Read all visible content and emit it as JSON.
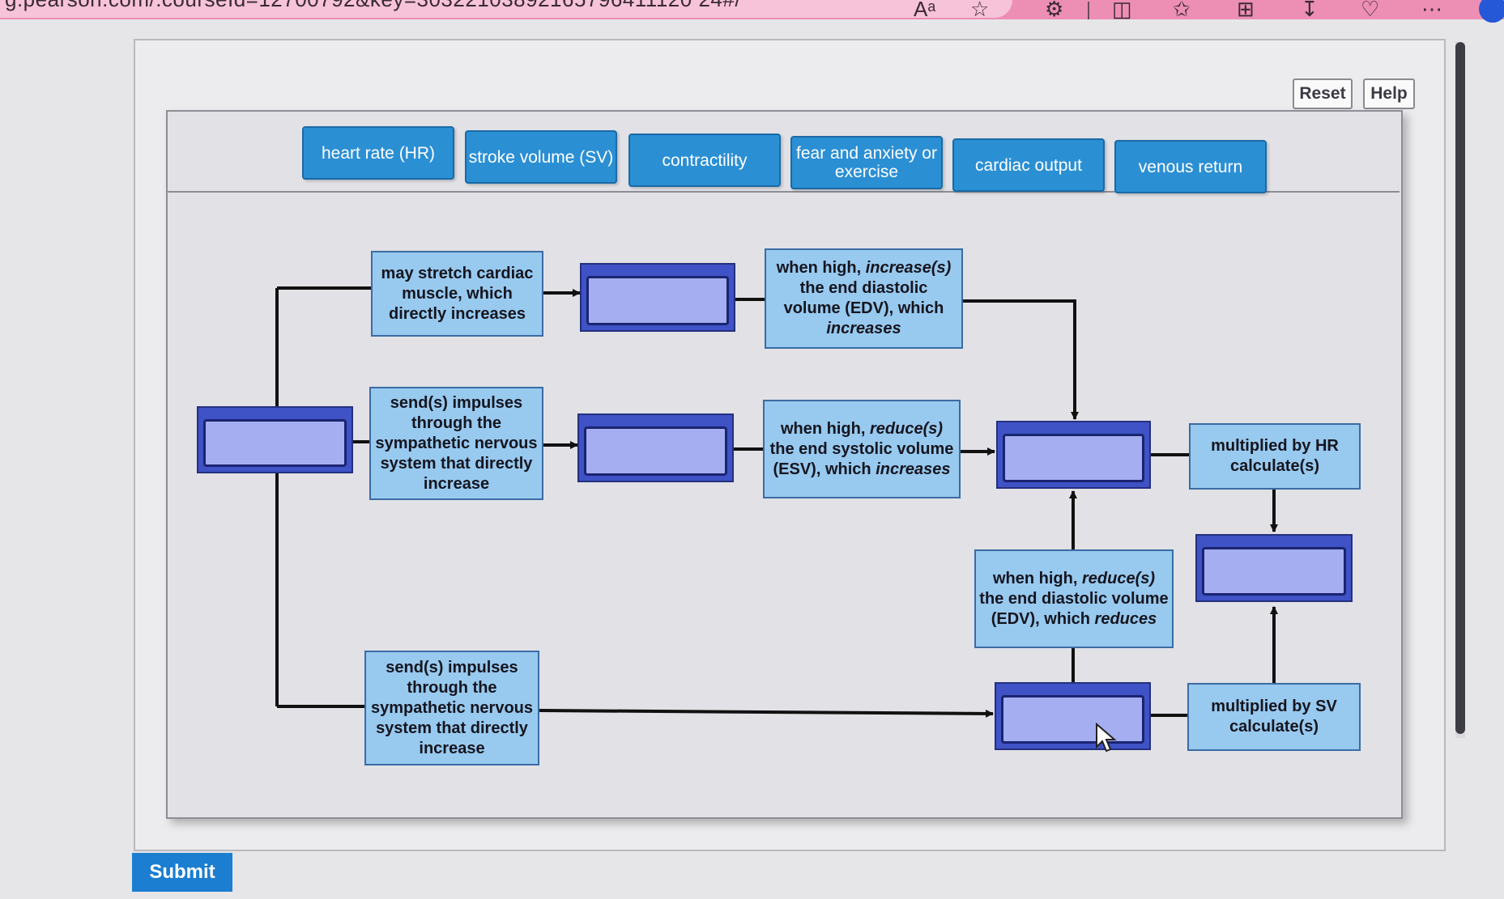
{
  "browser": {
    "url_fragment": "g.pearson.com/.courseId=12700792&key=30322103892165796411120 24#/",
    "icons": [
      "read-aloud-icon",
      "favorite-star-icon",
      "extensions-icon",
      "split-screen-icon",
      "favorites-list-icon",
      "collections-icon",
      "downloads-icon",
      "health-icon",
      "more-icon",
      "profile-icon"
    ]
  },
  "toolbar": {
    "reset_label": "Reset",
    "help_label": "Help"
  },
  "labels": [
    "heart rate (HR)",
    "stroke volume (SV)",
    "contractility",
    "fear and anxiety or exercise",
    "cardiac output",
    "venous return"
  ],
  "statements": {
    "stretch": "may stretch cardiac muscle, which directly increases",
    "symp_top": "send(s) impulses through the sympathetic nervous system that directly increase",
    "symp_bottom": "send(s) impulses through the sympathetic nervous system that directly increase",
    "edv_inc_pre": "when high,",
    "edv_inc_em": "increase(s)",
    "edv_inc_mid": "the end diastolic volume (EDV), which",
    "edv_inc_em2": "increases",
    "esv_pre": "when high,",
    "esv_em": "reduce(s)",
    "esv_mid": "the end systolic volume (ESV), which",
    "esv_em2": "increases",
    "edv_red_pre": "when high,",
    "edv_red_em": "reduce(s)",
    "edv_red_mid": "the end diastolic volume (EDV), which",
    "edv_red_em2": "reduces",
    "mult_hr": "multiplied by HR calculate(s)",
    "mult_sv": "multiplied by SV calculate(s)"
  },
  "submit_label": "Submit",
  "colors": {
    "chip_blue": "#2b8fd4",
    "statement_blue": "#98c9ef",
    "slot_blue": "#3f52c6",
    "submit_blue": "#1c7ed0",
    "browser_pink": "#ed8fb4"
  }
}
